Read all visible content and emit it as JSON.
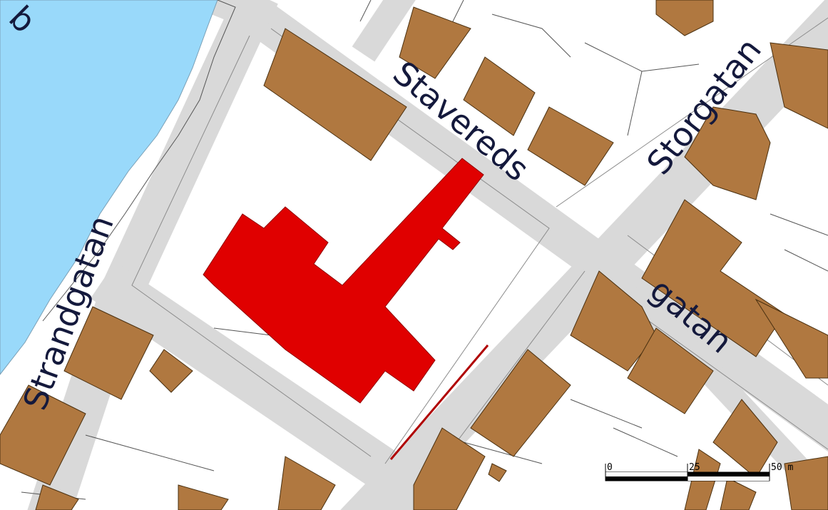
{
  "map": {
    "colors": {
      "water": "#99d9fa",
      "road": "#d9d9d9",
      "building": "#b07840",
      "highlight": "#e00000",
      "line": "#b00000",
      "label": "#14193c"
    },
    "labels": {
      "water_fragment": "b",
      "stavereds": "Stavereds",
      "gatan": "gatan",
      "storgatan": "Storgatan",
      "strandgatan": "Strandgatan"
    },
    "scale_bar": {
      "tick_0": "0",
      "tick_25": "25",
      "tick_50": "50 m"
    }
  }
}
